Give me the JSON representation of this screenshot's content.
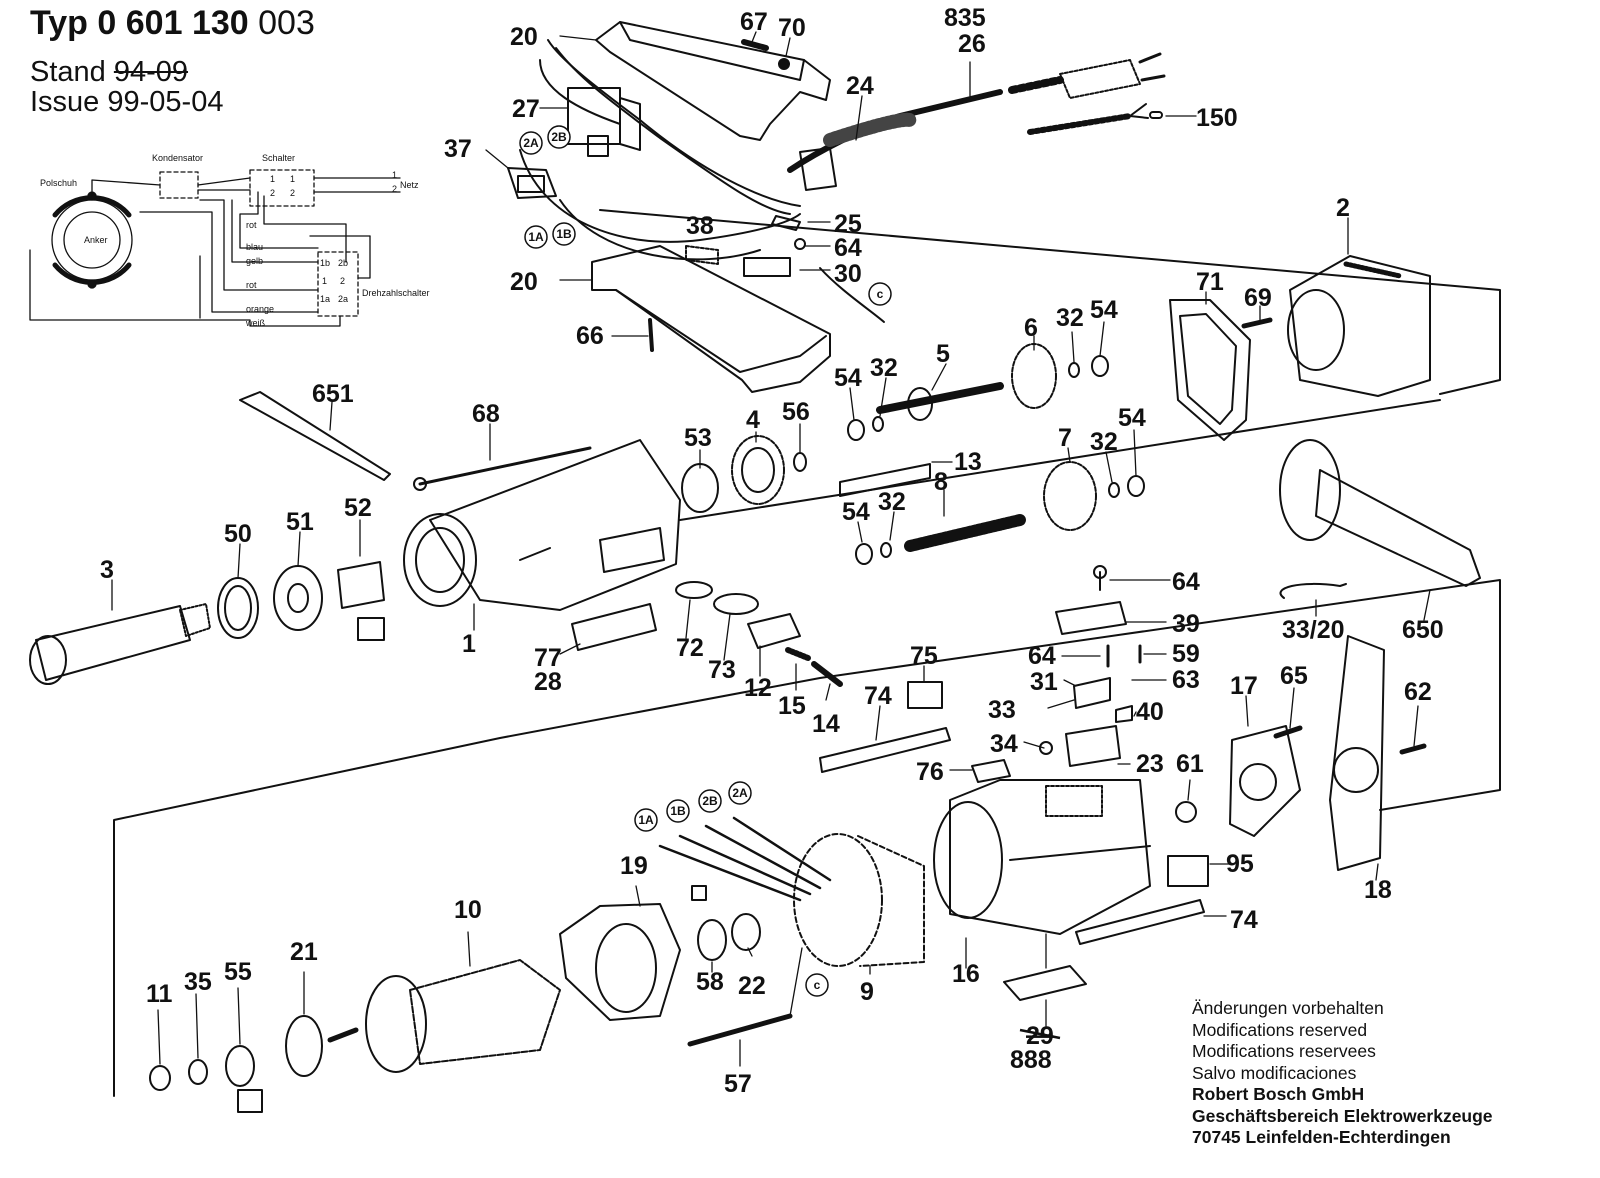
{
  "header": {
    "typ_label": "Typ",
    "typ_number_a": "0 601",
    "typ_number_b": "130",
    "typ_number_c": "003",
    "stand_label": "Stand",
    "stand_value": "94-09",
    "issue_label": "Issue",
    "issue_value": "99-05-04"
  },
  "wiring": {
    "kondensator": "Kondensator",
    "schalter": "Schalter",
    "polschuh": "Polschuh",
    "netz": "Netz",
    "anker": "Anker",
    "drehzahlschalter": "Drehzahlschalter",
    "rot1": "rot",
    "blau": "blau",
    "gelb": "gelb",
    "rot2": "rot",
    "orange": "orange",
    "weiss": "weiß",
    "t1a": "1",
    "t2a": "2",
    "t1b": "1",
    "t2b": "2",
    "n1": "1",
    "n2": "2",
    "d1b": "1b",
    "d2b": "2b",
    "d1": "1",
    "d2": "2",
    "d1a": "1a",
    "d2a": "2a"
  },
  "labels": {
    "l20a": "20",
    "l67": "67",
    "l70": "70",
    "l835": "835",
    "l26": "26",
    "l24": "24",
    "l27": "27",
    "l37": "37",
    "l150": "150",
    "l25": "25",
    "l64a": "64",
    "l38": "38",
    "l30": "30",
    "l20b": "20",
    "l66": "66",
    "l2": "2",
    "l71": "71",
    "l69": "69",
    "l6": "6",
    "l32a": "32",
    "l54a": "54",
    "l651": "651",
    "l54b": "54",
    "l32b": "32",
    "l5": "5",
    "l68": "68",
    "l53": "53",
    "l4": "4",
    "l56": "56",
    "l7": "7",
    "l32c": "32",
    "l54c": "54",
    "l13": "13",
    "l8": "8",
    "l54d": "54",
    "l32d": "32",
    "l3": "3",
    "l50": "50",
    "l51": "51",
    "l52": "52",
    "l1": "1",
    "l77": "77",
    "l28": "28",
    "l72": "72",
    "l73": "73",
    "l12": "12",
    "l15": "15",
    "l14": "14",
    "l74a": "74",
    "l75": "75",
    "l64b": "64",
    "l39": "39",
    "l3320": "33/20",
    "l650": "650",
    "l64c": "64",
    "l59": "59",
    "l31": "31",
    "l63": "63",
    "l33": "33",
    "l40": "40",
    "l34": "34",
    "l23": "23",
    "l76": "76",
    "l17": "17",
    "l65": "65",
    "l62": "62",
    "l61": "61",
    "l19": "19",
    "l10": "10",
    "l11": "11",
    "l35": "35",
    "l55": "55",
    "l21": "21",
    "l58": "58",
    "l22": "22",
    "l9": "9",
    "l16": "16",
    "l95": "95",
    "l74b": "74",
    "l18": "18",
    "l57": "57",
    "l29": "29",
    "l888": "888"
  },
  "circles": {
    "c2a_top": "2A",
    "c2b_top": "2B",
    "c1a_top": "1A",
    "c1b_top": "1B",
    "cc_top": "c",
    "c1a_bot": "1A",
    "c1b_bot": "1B",
    "c2b_bot": "2B",
    "c2a_bot": "2A",
    "cc_bot": "c"
  },
  "footer": {
    "line1": "Änderungen vorbehalten",
    "line2": "Modifications reserved",
    "line3": "Modifications reservees",
    "line4": "Salvo modificaciones",
    "line5": "Robert Bosch GmbH",
    "line6": "Geschäftsbereich Elektrowerkzeuge",
    "line7": "70745 Leinfelden-Echterdingen"
  }
}
